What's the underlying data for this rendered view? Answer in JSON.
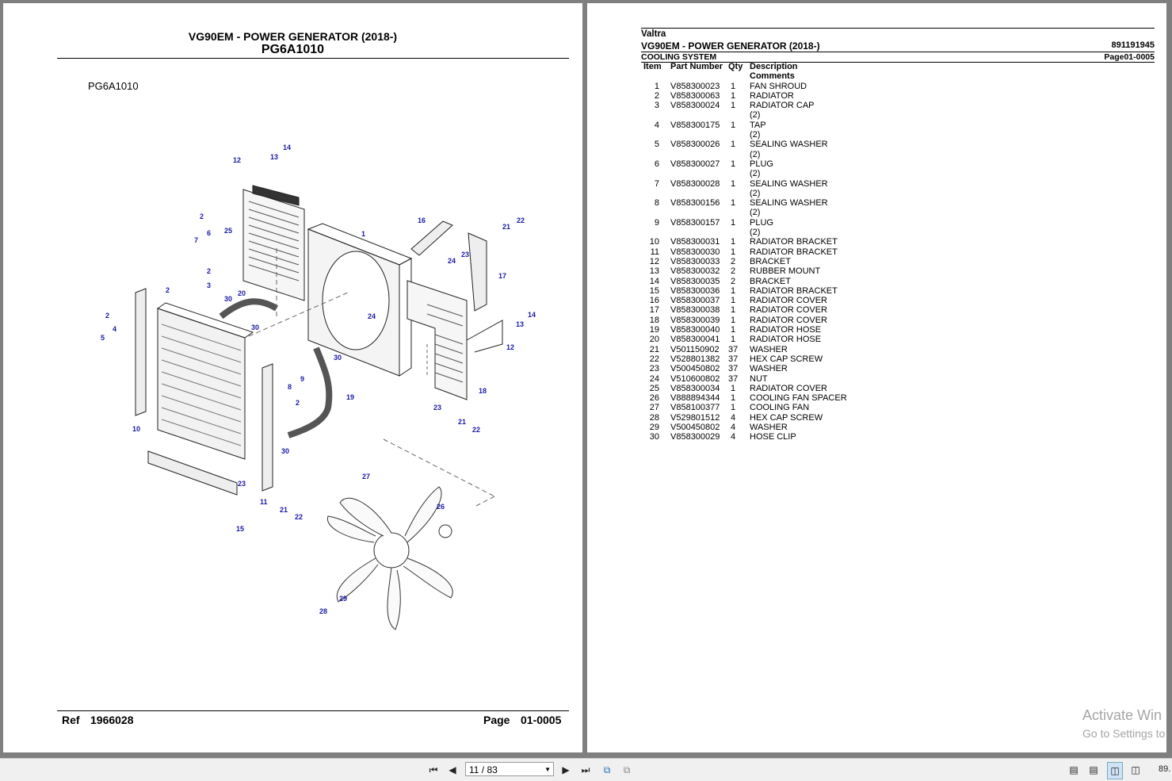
{
  "left_page": {
    "title_line1": "VG90EM - POWER GENERATOR (2018-)",
    "title_line2": "PG6A1010",
    "diagram_label": "PG6A1010",
    "footer_ref_label": "Ref",
    "footer_ref_value": "1966028",
    "footer_page_label": "Page",
    "footer_page_value": "01-0005"
  },
  "right_page": {
    "brand": "Valtra",
    "title": "VG90EM - POWER GENERATOR (2018-)",
    "doc_number": "891191945",
    "section": "COOLING SYSTEM",
    "page_ref": "Page01-0005",
    "columns": {
      "item": "Item",
      "part": "Part Number",
      "qty": "Qty",
      "desc": "Description",
      "comments": "Comments"
    },
    "rows": [
      {
        "item": "1",
        "part": "V858300023",
        "qty": "1",
        "desc": "FAN SHROUD",
        "comment": ""
      },
      {
        "item": "2",
        "part": "V858300063",
        "qty": "1",
        "desc": "RADIATOR",
        "comment": ""
      },
      {
        "item": "3",
        "part": "V858300024",
        "qty": "1",
        "desc": "RADIATOR CAP",
        "comment": "(2)"
      },
      {
        "item": "4",
        "part": "V858300175",
        "qty": "1",
        "desc": "TAP",
        "comment": "(2)"
      },
      {
        "item": "5",
        "part": "V858300026",
        "qty": "1",
        "desc": "SEALING WASHER",
        "comment": "(2)"
      },
      {
        "item": "6",
        "part": "V858300027",
        "qty": "1",
        "desc": "PLUG",
        "comment": "(2)"
      },
      {
        "item": "7",
        "part": "V858300028",
        "qty": "1",
        "desc": "SEALING WASHER",
        "comment": "(2)"
      },
      {
        "item": "8",
        "part": "V858300156",
        "qty": "1",
        "desc": "SEALING WASHER",
        "comment": "(2)"
      },
      {
        "item": "9",
        "part": "V858300157",
        "qty": "1",
        "desc": "PLUG",
        "comment": "(2)"
      },
      {
        "item": "10",
        "part": "V858300031",
        "qty": "1",
        "desc": "RADIATOR BRACKET",
        "comment": ""
      },
      {
        "item": "11",
        "part": "V858300030",
        "qty": "1",
        "desc": "RADIATOR BRACKET",
        "comment": ""
      },
      {
        "item": "12",
        "part": "V858300033",
        "qty": "2",
        "desc": "BRACKET",
        "comment": ""
      },
      {
        "item": "13",
        "part": "V858300032",
        "qty": "2",
        "desc": "RUBBER MOUNT",
        "comment": ""
      },
      {
        "item": "14",
        "part": "V858300035",
        "qty": "2",
        "desc": "BRACKET",
        "comment": ""
      },
      {
        "item": "15",
        "part": "V858300036",
        "qty": "1",
        "desc": "RADIATOR BRACKET",
        "comment": ""
      },
      {
        "item": "16",
        "part": "V858300037",
        "qty": "1",
        "desc": "RADIATOR COVER",
        "comment": ""
      },
      {
        "item": "17",
        "part": "V858300038",
        "qty": "1",
        "desc": "RADIATOR COVER",
        "comment": ""
      },
      {
        "item": "18",
        "part": "V858300039",
        "qty": "1",
        "desc": "RADIATOR COVER",
        "comment": ""
      },
      {
        "item": "19",
        "part": "V858300040",
        "qty": "1",
        "desc": "RADIATOR HOSE",
        "comment": ""
      },
      {
        "item": "20",
        "part": "V858300041",
        "qty": "1",
        "desc": "RADIATOR HOSE",
        "comment": ""
      },
      {
        "item": "21",
        "part": "V501150902",
        "qty": "37",
        "desc": "WASHER",
        "comment": ""
      },
      {
        "item": "22",
        "part": "V528801382",
        "qty": "37",
        "desc": "HEX CAP SCREW",
        "comment": ""
      },
      {
        "item": "23",
        "part": "V500450802",
        "qty": "37",
        "desc": "WASHER",
        "comment": ""
      },
      {
        "item": "24",
        "part": "V510600802",
        "qty": "37",
        "desc": "NUT",
        "comment": ""
      },
      {
        "item": "25",
        "part": "V858300034",
        "qty": "1",
        "desc": "RADIATOR COVER",
        "comment": ""
      },
      {
        "item": "26",
        "part": "V888894344",
        "qty": "1",
        "desc": "COOLING FAN SPACER",
        "comment": ""
      },
      {
        "item": "27",
        "part": "V858100377",
        "qty": "1",
        "desc": "COOLING FAN",
        "comment": ""
      },
      {
        "item": "28",
        "part": "V529801512",
        "qty": "4",
        "desc": "HEX CAP SCREW",
        "comment": ""
      },
      {
        "item": "29",
        "part": "V500450802",
        "qty": "4",
        "desc": "WASHER",
        "comment": ""
      },
      {
        "item": "30",
        "part": "V858300029",
        "qty": "4",
        "desc": "HOSE CLIP",
        "comment": ""
      }
    ]
  },
  "diagram_callouts": [
    "1",
    "2",
    "2",
    "2",
    "2",
    "3",
    "4",
    "5",
    "6",
    "7",
    "8",
    "9",
    "10",
    "11",
    "12",
    "12",
    "13",
    "13",
    "14",
    "14",
    "15",
    "16",
    "17",
    "18",
    "19",
    "20",
    "21",
    "21",
    "21",
    "22",
    "22",
    "22",
    "23",
    "23",
    "23",
    "24",
    "24",
    "25",
    "26",
    "27",
    "28",
    "29",
    "30",
    "30",
    "30",
    "30"
  ],
  "watermark": {
    "line1": "Activate Win",
    "line2": "Go to Settings to"
  },
  "toolbar": {
    "page_indicator": "11 / 83",
    "zoom": "89."
  },
  "colors": {
    "callout": "#1a1aa8",
    "background": "#7f7f7f",
    "toolbar": "#f0f0f0"
  }
}
